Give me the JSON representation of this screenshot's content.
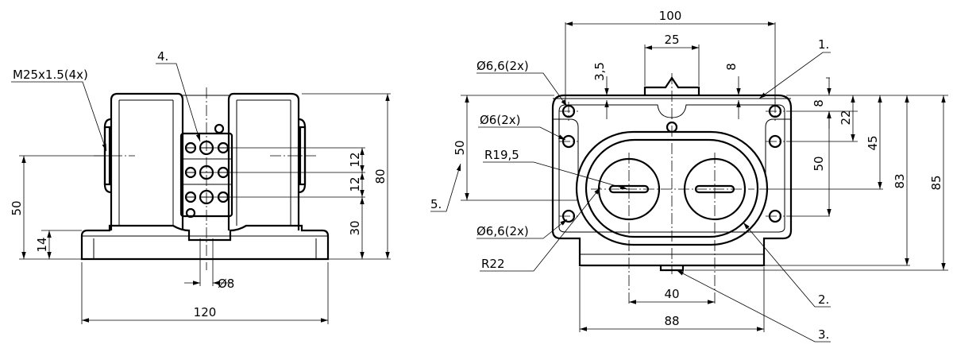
{
  "left_view": {
    "thread_label": "M25x1.5(4x)",
    "callout_4": "4.",
    "dims": {
      "d50": "50",
      "d14": "14",
      "d12a": "12",
      "d12b": "12",
      "d80": "80",
      "d30": "30",
      "d8": "Ø8",
      "d120": "120"
    }
  },
  "right_view": {
    "dims": {
      "d100": "100",
      "d25": "25",
      "d3_5": "3,5",
      "d8_top": "8",
      "d8_right": "8",
      "d22": "22",
      "d45": "45",
      "d50_right": "50",
      "d83": "83",
      "d85": "85",
      "d50_left": "50",
      "d40": "40",
      "d88": "88"
    },
    "labels": {
      "hole_a": "Ø6,6(2x)",
      "hole_b": "Ø6(2x)",
      "radius_a": "R19,5",
      "hole_c": "Ø6,6(2x)",
      "radius_b": "R22"
    },
    "callouts": {
      "c1": "1.",
      "c2": "2.",
      "c3": "3.",
      "c5": "5."
    }
  }
}
